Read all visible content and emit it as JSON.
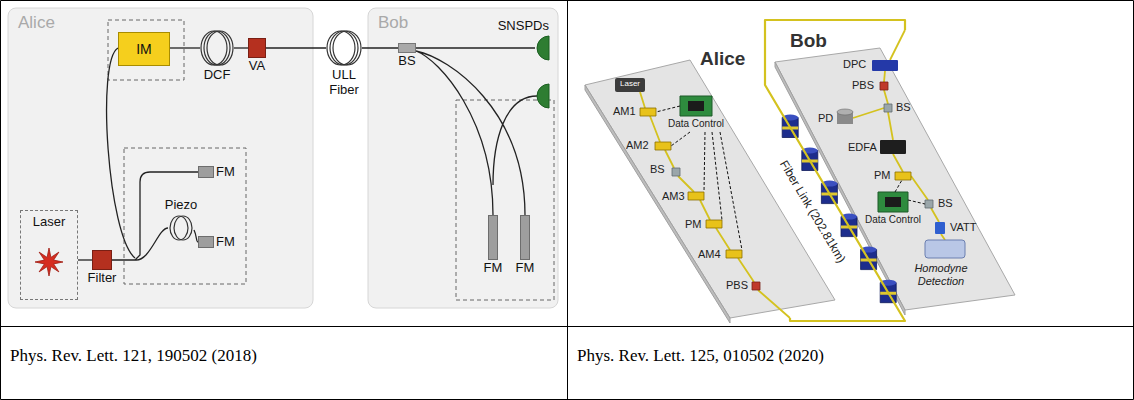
{
  "diagram": {
    "nodes": [
      {
        "text": [
          "Alice"
        ]
      },
      {
        "text": [
          "IM"
        ],
        "in": 0
      },
      {
        "text": [
          "DCF"
        ],
        "in": 0
      },
      {
        "text": [
          "VA"
        ],
        "in": 0
      },
      {
        "text": [
          "Laser"
        ],
        "in": 0
      },
      {
        "text": [
          "Filter"
        ],
        "in": 0
      },
      {
        "text": [
          "Piezo"
        ],
        "in": 0
      },
      {
        "text": [
          "FM"
        ],
        "in": 0
      },
      {
        "text": [
          "FM"
        ],
        "in": 0
      },
      {
        "text": [
          "ULL Fiber"
        ]
      },
      {
        "text": [
          "Bob"
        ]
      },
      {
        "text": [
          "BS"
        ],
        "in": 10
      },
      {
        "text": [
          "SNSPDs"
        ],
        "in": 10
      },
      {
        "text": [
          "FM"
        ],
        "in": 10
      },
      {
        "text": [
          "FM"
        ],
        "in": 10
      },
      {
        "text": [
          "Alice"
        ]
      },
      {
        "text": [
          "Bob"
        ]
      }
    ],
    "edges": [
      {
        "from": 4,
        "to": 5,
        "arrow": "none"
      },
      {
        "from": 1,
        "to": 2,
        "arrow": "none"
      },
      {
        "from": 2,
        "to": 3,
        "arrow": "none"
      },
      {
        "from": 3,
        "to": 9,
        "arrow": "none"
      },
      {
        "from": 9,
        "to": 11,
        "arrow": "none"
      },
      {
        "from": 11,
        "to": 12,
        "arrow": "none"
      },
      {
        "from": 15,
        "to": 16,
        "arrow": "none"
      }
    ],
    "labels": [
      "Laser",
      "AM1",
      "Data Control",
      "AM2",
      "BS",
      "AM3",
      "PM",
      "AM4",
      "PBS",
      "Fiber Link (202.81km)",
      "DPC",
      "PBS",
      "BS",
      "PD",
      "EDFA",
      "PM",
      "Data Control",
      "BS",
      "VATT",
      "Homodyne Detection",
      "Phys. Rev. Lett. 121, 190502 (2018)",
      "Phys. Rev. Lett. 125, 010502 (2020)"
    ]
  }
}
